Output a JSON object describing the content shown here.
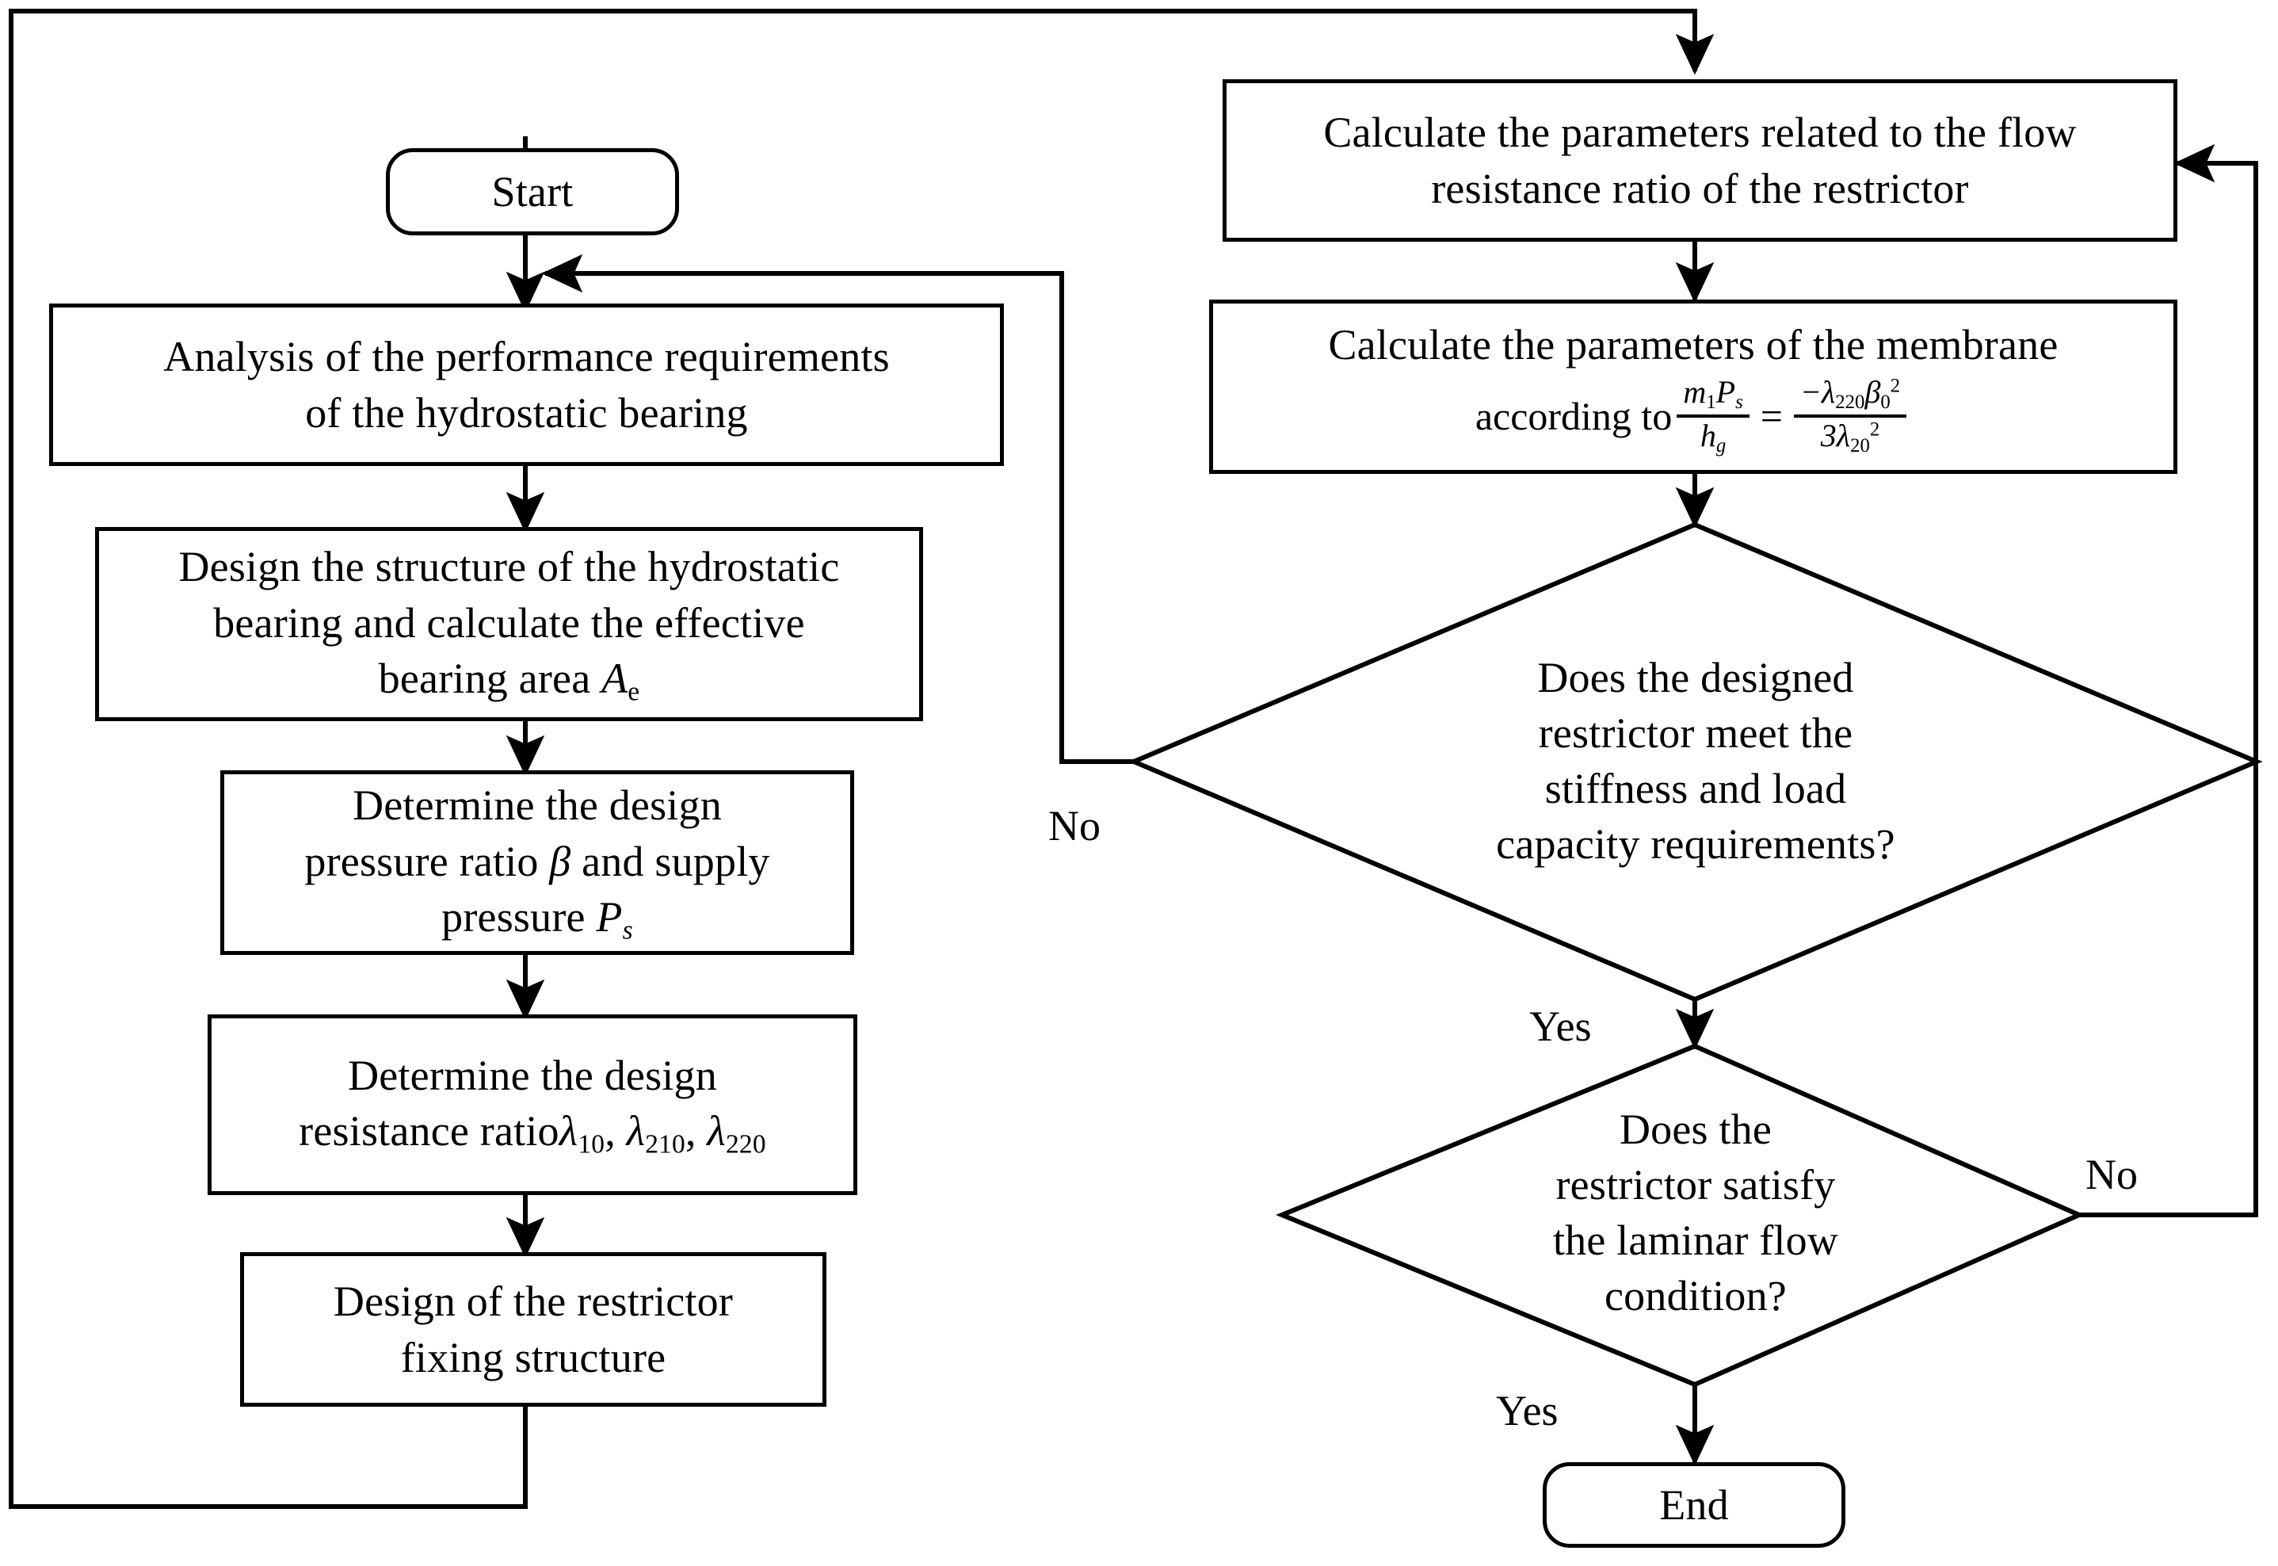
{
  "diagram": {
    "kind": "flowchart",
    "title_visible": false,
    "background_color": "#ffffff",
    "line_color": "#000000",
    "nodes": [
      {
        "id": "start",
        "type": "terminator",
        "label": "Start"
      },
      {
        "id": "analysis",
        "type": "process",
        "label": "Analysis of the performance requirements\nof the hydrostatic bearing"
      },
      {
        "id": "design-structure",
        "type": "process",
        "label_line1": "Design the structure of the hydrostatic",
        "label_line2": "bearing and calculate the effective",
        "label_line3_prefix": "bearing area ",
        "label_line3_symbol": "A",
        "label_line3_symbol_sub": "e"
      },
      {
        "id": "pressure-ratio",
        "type": "process",
        "label_line1": "Determine the design",
        "label_line2_prefix": "pressure ratio ",
        "label_line2_symbol": "β",
        "label_line2_suffix": " and supply",
        "label_line3_prefix": "pressure ",
        "label_line3_symbol": "P",
        "label_line3_symbol_sub": "s"
      },
      {
        "id": "resistance-ratio",
        "type": "process",
        "label_line1": "Determine the design",
        "label_line2_prefix": "resistance ratio",
        "label_line2_terms": [
          {
            "symbol": "λ",
            "sub": "10"
          },
          {
            "symbol": "λ",
            "sub": "210"
          },
          {
            "symbol": "λ",
            "sub": "220"
          }
        ],
        "label_line2_separator": ", "
      },
      {
        "id": "fixing-structure",
        "type": "process",
        "label": "Design of the restrictor\nfixing structure"
      },
      {
        "id": "flow-resistance",
        "type": "process",
        "label": "Calculate the parameters related to the flow\nresistance ratio of the restrictor"
      },
      {
        "id": "membrane",
        "type": "process",
        "label_line1": "Calculate the parameters of the membrane",
        "label_line2_prefix": "according to",
        "formula": {
          "lhs_num": "m₁Pₛ",
          "lhs_den": "h₉",
          "lhs_num_parts": [
            {
              "sym": "m",
              "sub": "1"
            },
            {
              "sym": "P",
              "sub": "s"
            }
          ],
          "lhs_den_parts": [
            {
              "sym": "h",
              "sub": "g"
            }
          ],
          "operator": "=",
          "rhs_num_parts": [
            {
              "sym": "−λ",
              "sub": "220"
            },
            {
              "sym": "β",
              "sub": "0",
              "sup": "2"
            }
          ],
          "rhs_den_parts": [
            {
              "sym": "3λ",
              "sub": "20",
              "sup": "2"
            }
          ],
          "plain": "m₁Pₛ / h₉ = −λ₂₂₀β₀² / 3λ₂₀²"
        }
      },
      {
        "id": "decision-stiffness",
        "type": "decision",
        "label": "Does the designed\nrestrictor meet the\nstiffness and load\ncapacity requirements?"
      },
      {
        "id": "decision-laminar",
        "type": "decision",
        "label": "Does the\nrestrictor satisfy\nthe laminar flow\ncondition?"
      },
      {
        "id": "end",
        "type": "terminator",
        "label": "End"
      }
    ],
    "edge_labels": {
      "stiffness_no": "No",
      "stiffness_yes": "Yes",
      "laminar_no": "No",
      "laminar_yes": "Yes"
    },
    "edges": [
      {
        "from": "start",
        "to": "analysis",
        "label": ""
      },
      {
        "from": "analysis",
        "to": "design-structure",
        "label": ""
      },
      {
        "from": "design-structure",
        "to": "pressure-ratio",
        "label": ""
      },
      {
        "from": "pressure-ratio",
        "to": "resistance-ratio",
        "label": ""
      },
      {
        "from": "resistance-ratio",
        "to": "fixing-structure",
        "label": ""
      },
      {
        "from": "fixing-structure",
        "to": "flow-resistance",
        "label": ""
      },
      {
        "from": "flow-resistance",
        "to": "membrane",
        "label": ""
      },
      {
        "from": "membrane",
        "to": "decision-stiffness",
        "label": ""
      },
      {
        "from": "decision-stiffness",
        "to": "analysis",
        "label": "No"
      },
      {
        "from": "decision-stiffness",
        "to": "decision-laminar",
        "label": "Yes"
      },
      {
        "from": "decision-laminar",
        "to": "flow-resistance",
        "label": "No"
      },
      {
        "from": "decision-laminar",
        "to": "end",
        "label": "Yes"
      }
    ]
  }
}
